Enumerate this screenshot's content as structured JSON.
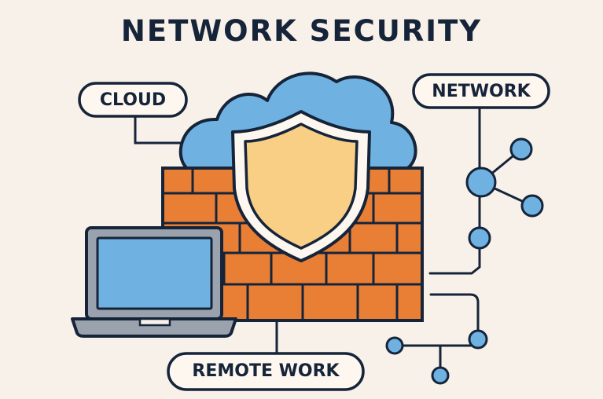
{
  "title": "NETWORK SECURITY",
  "labels": {
    "cloud": "CLOUD",
    "network": "NETWORK",
    "remote_work": "REMOTE WORK"
  },
  "icons": [
    "cloud-icon",
    "shield-icon",
    "firewall-brick-wall-icon",
    "laptop-icon",
    "network-nodes-icon"
  ],
  "colors": {
    "background": "#f8f1e9",
    "outline": "#16243a",
    "cloud": "#6fb2e2",
    "shield": "#f9cf85",
    "bricks": "#e97f35",
    "laptop_screen": "#6fb2e2",
    "laptop_body": "#9aa3ad",
    "nodes": "#6fb2e2"
  }
}
